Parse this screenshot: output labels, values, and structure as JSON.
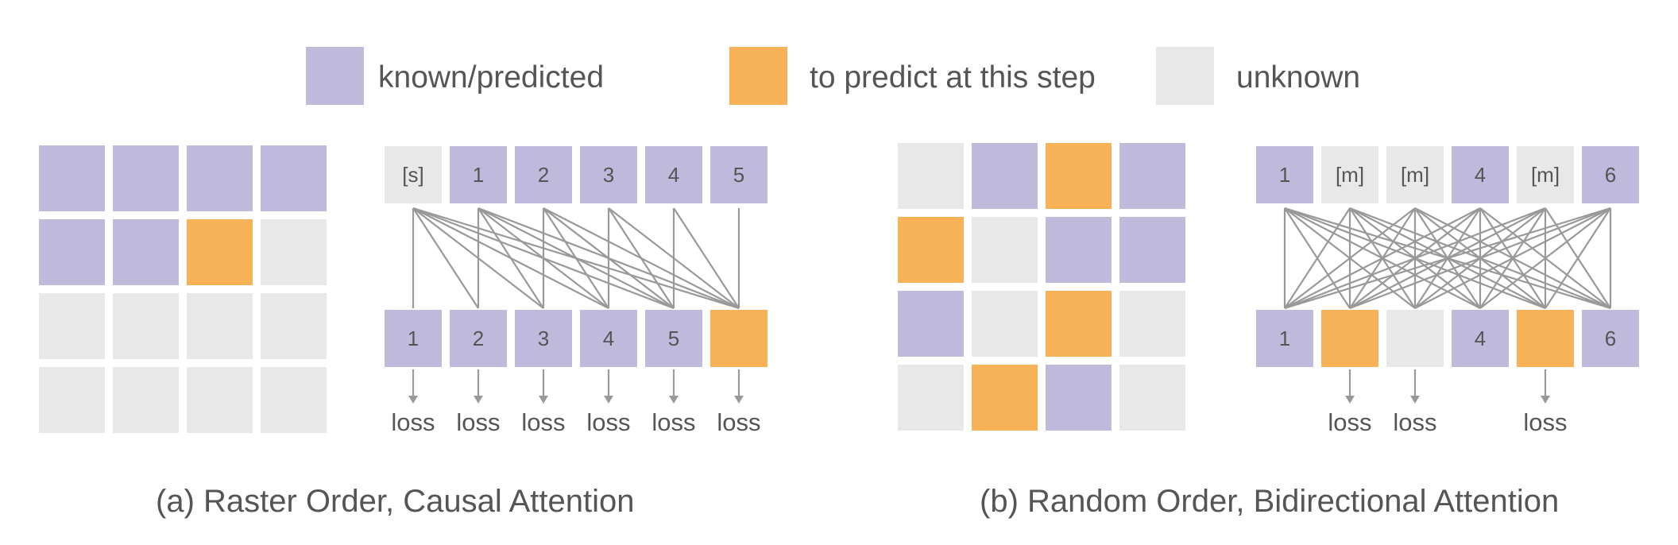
{
  "colors": {
    "known": "#bfb9db",
    "predict": "#f7b257",
    "unknown": "#e8e8e9",
    "line": "#999999",
    "text": "#555555"
  },
  "legend": [
    {
      "kind": "known",
      "label": "known/predicted"
    },
    {
      "kind": "predict",
      "label": "to predict at this step"
    },
    {
      "kind": "unknown",
      "label": "unknown"
    }
  ],
  "panel_a": {
    "caption": "(a) Raster Order, Causal Attention",
    "grid": [
      [
        "known",
        "known",
        "known",
        "known"
      ],
      [
        "known",
        "known",
        "predict",
        "unknown"
      ],
      [
        "unknown",
        "unknown",
        "unknown",
        "unknown"
      ],
      [
        "unknown",
        "unknown",
        "unknown",
        "unknown"
      ]
    ],
    "top_tokens": [
      {
        "label": "[s]",
        "kind": "unknown"
      },
      {
        "label": "1",
        "kind": "known"
      },
      {
        "label": "2",
        "kind": "known"
      },
      {
        "label": "3",
        "kind": "known"
      },
      {
        "label": "4",
        "kind": "known"
      },
      {
        "label": "5",
        "kind": "known"
      }
    ],
    "bottom_tokens": [
      {
        "label": "1",
        "kind": "known"
      },
      {
        "label": "2",
        "kind": "known"
      },
      {
        "label": "3",
        "kind": "known"
      },
      {
        "label": "4",
        "kind": "known"
      },
      {
        "label": "5",
        "kind": "known"
      },
      {
        "label": "",
        "kind": "predict"
      }
    ],
    "loss_label": "loss",
    "loss_on": [
      true,
      true,
      true,
      true,
      true,
      true
    ]
  },
  "panel_b": {
    "caption": "(b) Random Order, Bidirectional Attention",
    "grid": [
      [
        "unknown",
        "known",
        "predict",
        "known"
      ],
      [
        "predict",
        "unknown",
        "known",
        "known"
      ],
      [
        "known",
        "unknown",
        "predict",
        "unknown"
      ],
      [
        "unknown",
        "predict",
        "known",
        "unknown"
      ]
    ],
    "top_tokens": [
      {
        "label": "1",
        "kind": "known"
      },
      {
        "label": "[m]",
        "kind": "unknown"
      },
      {
        "label": "[m]",
        "kind": "unknown"
      },
      {
        "label": "4",
        "kind": "known"
      },
      {
        "label": "[m]",
        "kind": "unknown"
      },
      {
        "label": "6",
        "kind": "known"
      }
    ],
    "bottom_tokens": [
      {
        "label": "1",
        "kind": "known"
      },
      {
        "label": "",
        "kind": "predict"
      },
      {
        "label": "",
        "kind": "unknown"
      },
      {
        "label": "4",
        "kind": "known"
      },
      {
        "label": "",
        "kind": "predict"
      },
      {
        "label": "6",
        "kind": "known"
      }
    ],
    "loss_label": "loss",
    "loss_on": [
      false,
      true,
      true,
      false,
      true,
      false
    ]
  }
}
